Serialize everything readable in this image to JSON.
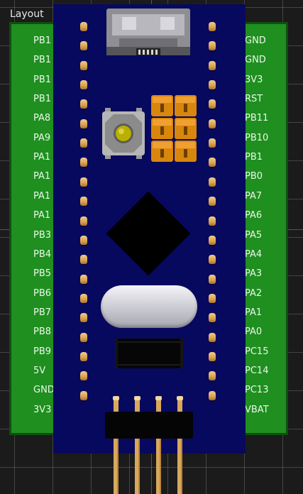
{
  "panel": {
    "title": "Layout"
  },
  "pins_left": [
    "PB1",
    "PB1",
    "PB1",
    "PB1",
    "PA8",
    "PA9",
    "PA1",
    "PA1",
    "PA1",
    "PA1",
    "PB3",
    "PB4",
    "PB5",
    "PB6",
    "PB7",
    "PB8",
    "PB9",
    "5V",
    "GND",
    "3V3"
  ],
  "pins_right": [
    "GND",
    "GND",
    "3V3",
    "RST",
    "PB11",
    "PB10",
    "PB1",
    "PB0",
    "PA7",
    "PA6",
    "PA5",
    "PA4",
    "PA3",
    "PA2",
    "PA1",
    "PA0",
    "PC15",
    "PC14",
    "PC13",
    "VBAT"
  ],
  "colors": {
    "background": "#1b1b1b",
    "breakout_board": "#1f8f1f",
    "mcu_board": "#07095f",
    "pin_gold": "#d9a24e",
    "jumper_orange": "#e08a10"
  },
  "icons": {
    "usb": "usb-connector-icon",
    "button": "push-button-icon",
    "chip": "microcontroller-chip-icon",
    "crystal": "crystal-oscillator-icon",
    "header": "pin-header-icon"
  }
}
